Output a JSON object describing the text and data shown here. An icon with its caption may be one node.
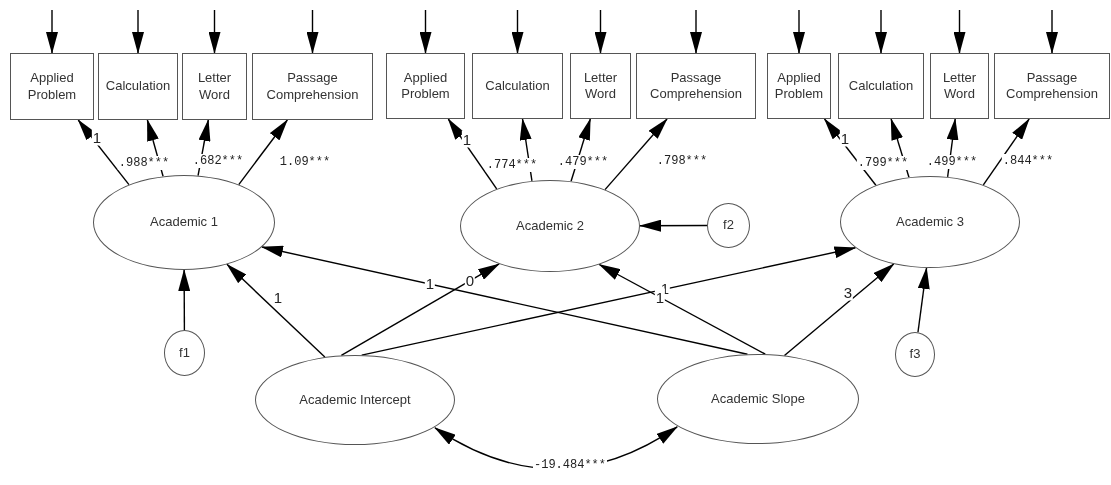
{
  "diagram": {
    "nodes": [
      {
        "text": [
          "Applied Problem"
        ]
      },
      {
        "text": [
          "Calculation"
        ]
      },
      {
        "text": [
          "Letter Word"
        ]
      },
      {
        "text": [
          "Passage Comprehension"
        ]
      },
      {
        "text": [
          "Applied Problem"
        ]
      },
      {
        "text": [
          "Calculation"
        ]
      },
      {
        "text": [
          "Letter Word"
        ]
      },
      {
        "text": [
          "Passage Comprehension"
        ]
      },
      {
        "text": [
          "Applied Problem"
        ]
      },
      {
        "text": [
          "Calculation"
        ]
      },
      {
        "text": [
          "Letter Word"
        ]
      },
      {
        "text": [
          "Passage Comprehension"
        ]
      },
      {
        "text": [
          "Academic 1"
        ]
      },
      {
        "text": [
          "Academic 2"
        ]
      },
      {
        "text": [
          "f2"
        ]
      },
      {
        "text": [
          "Academic 3"
        ]
      },
      {
        "text": [
          "f1"
        ]
      },
      {
        "text": [
          "f3"
        ]
      },
      {
        "text": [
          "Academic Intercept"
        ]
      },
      {
        "text": [
          "Academic Slope"
        ]
      }
    ],
    "edges": [
      {
        "from": null,
        "to": 0,
        "arrow": "to"
      },
      {
        "from": null,
        "to": 1,
        "arrow": "to"
      },
      {
        "from": null,
        "to": 2,
        "arrow": "to"
      },
      {
        "from": null,
        "to": 3,
        "arrow": "to"
      },
      {
        "from": null,
        "to": 4,
        "arrow": "to"
      },
      {
        "from": null,
        "to": 5,
        "arrow": "to"
      },
      {
        "from": null,
        "to": 6,
        "arrow": "to"
      },
      {
        "from": null,
        "to": 7,
        "arrow": "to"
      },
      {
        "from": null,
        "to": 8,
        "arrow": "to"
      },
      {
        "from": null,
        "to": 9,
        "arrow": "to"
      },
      {
        "from": null,
        "to": 10,
        "arrow": "to"
      },
      {
        "from": null,
        "to": 11,
        "arrow": "to"
      },
      {
        "from": 12,
        "to": 0,
        "arrow": "to",
        "label": "1"
      },
      {
        "from": 12,
        "to": 1,
        "arrow": "to",
        "label": ".988***"
      },
      {
        "from": 12,
        "to": 2,
        "arrow": "to",
        "label": ".682***"
      },
      {
        "from": 12,
        "to": 3,
        "arrow": "to",
        "label": "1.09***"
      },
      {
        "from": 13,
        "to": 4,
        "arrow": "to",
        "label": "1"
      },
      {
        "from": 13,
        "to": 5,
        "arrow": "to",
        "label": ".774***"
      },
      {
        "from": 13,
        "to": 6,
        "arrow": "to",
        "label": ".479***"
      },
      {
        "from": 13,
        "to": 7,
        "arrow": "to",
        "label": ".798***"
      },
      {
        "from": 15,
        "to": 8,
        "arrow": "to",
        "label": "1"
      },
      {
        "from": 15,
        "to": 9,
        "arrow": "to",
        "label": ".799***"
      },
      {
        "from": 15,
        "to": 10,
        "arrow": "to",
        "label": ".499***"
      },
      {
        "from": 15,
        "to": 11,
        "arrow": "to",
        "label": ".844***"
      },
      {
        "from": 16,
        "to": 12,
        "arrow": "to"
      },
      {
        "from": 14,
        "to": 13,
        "arrow": "to"
      },
      {
        "from": 17,
        "to": 15,
        "arrow": "to"
      },
      {
        "from": 18,
        "to": 12,
        "arrow": "to",
        "label": "1"
      },
      {
        "from": 18,
        "to": 13,
        "arrow": "to",
        "label": "0"
      },
      {
        "from": 18,
        "to": 15,
        "arrow": "to",
        "label": "1"
      },
      {
        "from": 19,
        "to": 12,
        "arrow": "to",
        "label": "1"
      },
      {
        "from": 19,
        "to": 13,
        "arrow": "to",
        "label": "1"
      },
      {
        "from": 19,
        "to": 15,
        "arrow": "to",
        "label": "3"
      },
      {
        "from": 18,
        "to": 19,
        "arrow": "both",
        "label": "-19.484***"
      }
    ]
  }
}
